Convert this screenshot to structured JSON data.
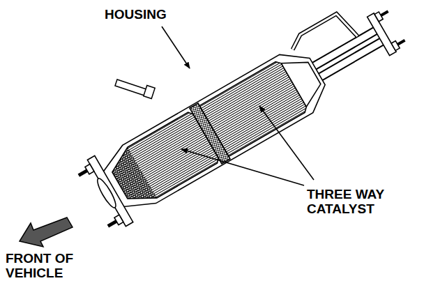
{
  "diagram": {
    "labels": [
      "HOUSING",
      "THREE WAY CATALYST",
      "FRONT OF VEHICLE"
    ]
  }
}
